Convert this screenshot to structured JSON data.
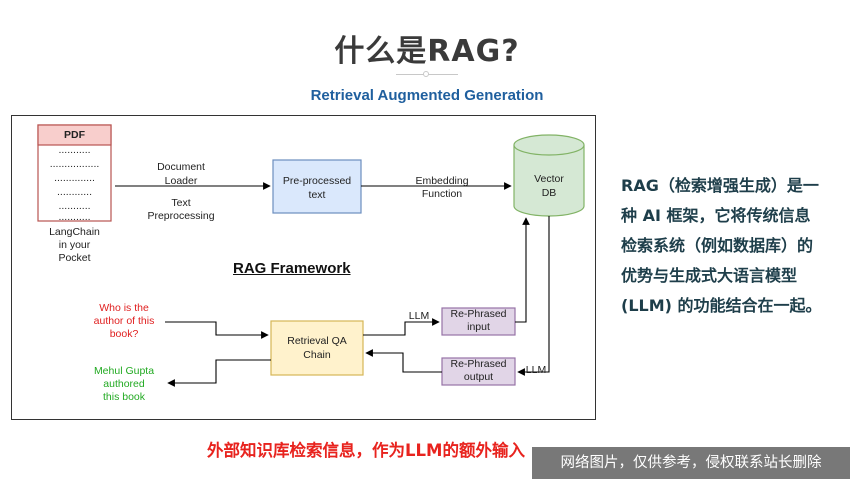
{
  "slide": {
    "title": "什么是RAG?",
    "subtitle": "Retrieval Augmented Generation",
    "description": "RAG（检索增强生成）是一种 AI 框架，它将传统信息检索系统（例如数据库）的优势与生成式大语言模型 (LLM) 的功能结合在一起。",
    "footer": "外部知识库检索信息，作为LLM的额外输入",
    "watermark": "网络图片，仅供参考，侵权联系站长删除"
  },
  "diagram": {
    "framework_label": "RAG Framework",
    "pdf": {
      "header": "PDF",
      "dotted_lines": [
        "...........",
        ".................",
        "..............",
        "............",
        "...........",
        "..........."
      ],
      "caption": [
        "LangChain",
        "in your",
        "Pocket"
      ]
    },
    "edge_labels": {
      "doc_loader": [
        "Document",
        "Loader"
      ],
      "text_preprocessing": [
        "Text",
        "Preprocessing"
      ],
      "embedding": [
        "Embedding",
        "Function"
      ],
      "llm_in": "LLM",
      "llm_out": "LLM"
    },
    "nodes": {
      "preprocessed": [
        "Pre-processed",
        "text"
      ],
      "vector_db": [
        "Vector",
        "DB"
      ],
      "retrieval_qa": [
        "Retrieval QA",
        "Chain"
      ],
      "rephrased_input": [
        "Re-Phrased",
        "input"
      ],
      "rephrased_output": [
        "Re-Phrased",
        "output"
      ]
    },
    "question": [
      "Who is the",
      "author of this",
      "book?"
    ],
    "answer": [
      "Mehul Gupta",
      "authored",
      "this book"
    ],
    "colors": {
      "blue_fill": "#dae8fc",
      "blue_stroke": "#6c8ebf",
      "yellow_fill": "#fff2cc",
      "yellow_stroke": "#d6b656",
      "purple_fill": "#e1d5e7",
      "purple_stroke": "#9673a6",
      "green_fill": "#d5e8d4",
      "green_stroke": "#82b366",
      "pdf_fill": "#f8cecc",
      "pdf_stroke": "#b85450",
      "question_text": "#e02020",
      "answer_text": "#22aa22"
    }
  }
}
